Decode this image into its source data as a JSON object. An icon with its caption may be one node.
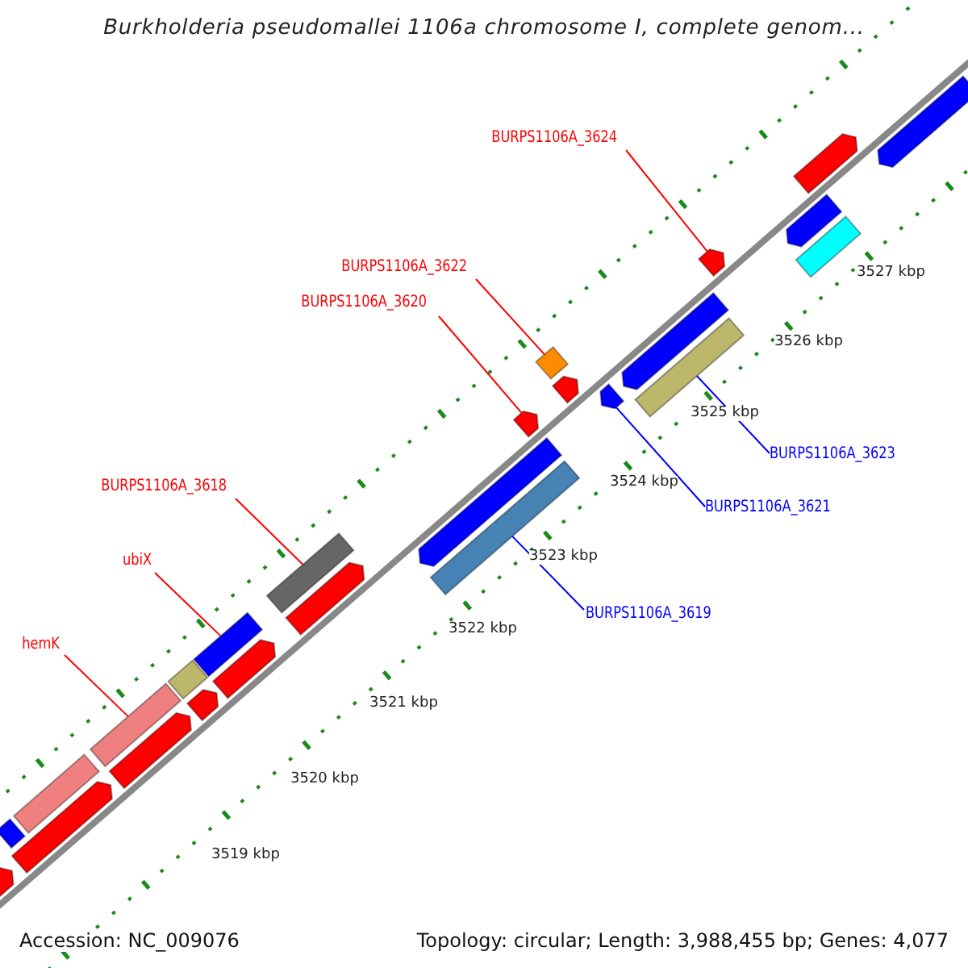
{
  "diagram": {
    "title": "Burkholderia pseudomallei 1106a chromosome I, complete genom...",
    "nodes": [
      {
        "text": [
          "BURPS1106A_3624"
        ]
      },
      {
        "text": [
          "BURPS1106A_3622"
        ]
      },
      {
        "text": [
          "BURPS1106A_3620"
        ]
      },
      {
        "text": [
          "BURPS1106A_3623"
        ]
      },
      {
        "text": [
          "BURPS1106A_3621"
        ]
      },
      {
        "text": [
          "BURPS1106A_3618"
        ]
      },
      {
        "text": [
          "ubiX"
        ]
      },
      {
        "text": [
          "BURPS1106A_3619"
        ]
      },
      {
        "text": [
          "hemK"
        ]
      },
      {
        "text": [],
        "shape": "bar"
      },
      {
        "text": [],
        "shape": "bar"
      },
      {
        "text": [],
        "shape": "bar"
      },
      {
        "text": [],
        "shape": "bar"
      },
      {
        "text": [],
        "shape": "bar"
      },
      {
        "text": [],
        "shape": "bar"
      },
      {
        "text": [],
        "shape": "bar"
      },
      {
        "text": [],
        "shape": "bar"
      },
      {
        "text": [],
        "shape": "bar"
      },
      {
        "text": [],
        "shape": "bar"
      },
      {
        "text": [],
        "shape": "bar"
      },
      {
        "text": [],
        "shape": "bar"
      },
      {
        "text": [],
        "shape": "bar"
      },
      {
        "text": [],
        "shape": "bar"
      },
      {
        "text": [],
        "shape": "bar"
      },
      {
        "text": [],
        "shape": "bar"
      },
      {
        "text": [],
        "shape": "bar"
      },
      {
        "text": [],
        "shape": "bar"
      },
      {
        "text": [],
        "shape": "bar"
      },
      {
        "text": [],
        "shape": "bar"
      },
      {
        "text": [],
        "shape": "bar"
      },
      {
        "text": [],
        "shape": "bar"
      },
      {
        "text": [],
        "shape": "bar"
      },
      {
        "text": [],
        "shape": "bar"
      },
      {
        "text": [],
        "shape": "bar"
      }
    ],
    "edges": [
      {
        "from": 0,
        "to": 29,
        "arrow": "none"
      },
      {
        "from": 1,
        "to": 25,
        "arrow": "none"
      },
      {
        "from": 2,
        "to": 23,
        "arrow": "none"
      },
      {
        "from": 3,
        "to": 28,
        "arrow": "none",
        "color": "#0000ff"
      },
      {
        "from": 4,
        "to": 26,
        "arrow": "none",
        "color": "#0000ff"
      },
      {
        "from": 5,
        "to": 19,
        "arrow": "none"
      },
      {
        "from": 6,
        "to": 17,
        "arrow": "none"
      },
      {
        "from": 7,
        "to": 22,
        "arrow": "none",
        "color": "#0000ff"
      },
      {
        "from": 8,
        "to": 13,
        "arrow": "none"
      }
    ],
    "labels": [
      "3527 kbp",
      "3526 kbp",
      "3525 kbp",
      "3524 kbp",
      "3523 kbp",
      "3522 kbp",
      "3521 kbp",
      "3520 kbp",
      "3519 kbp",
      "Accession: NC_009076",
      "Topology: circular; Length: 3,988,455 bp; Genes: 4,077"
    ]
  }
}
